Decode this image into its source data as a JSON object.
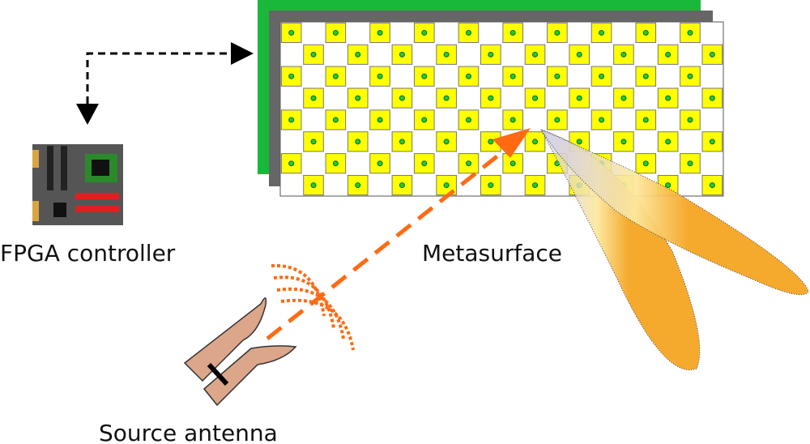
{
  "labels": {
    "fpga": "FPGA controller",
    "metasurface": "Metasurface",
    "source": "Source antenna"
  },
  "colors": {
    "board_green": "#1ab83a",
    "board_gray": "#666666",
    "element_yellow": "#ffff00",
    "via_green": "#22cc22",
    "beam_orange": "#f5a623",
    "wave_orange": "#ff6a13",
    "antenna_tan": "#dba689"
  },
  "metasurface": {
    "rows": 8,
    "cols": 20
  }
}
